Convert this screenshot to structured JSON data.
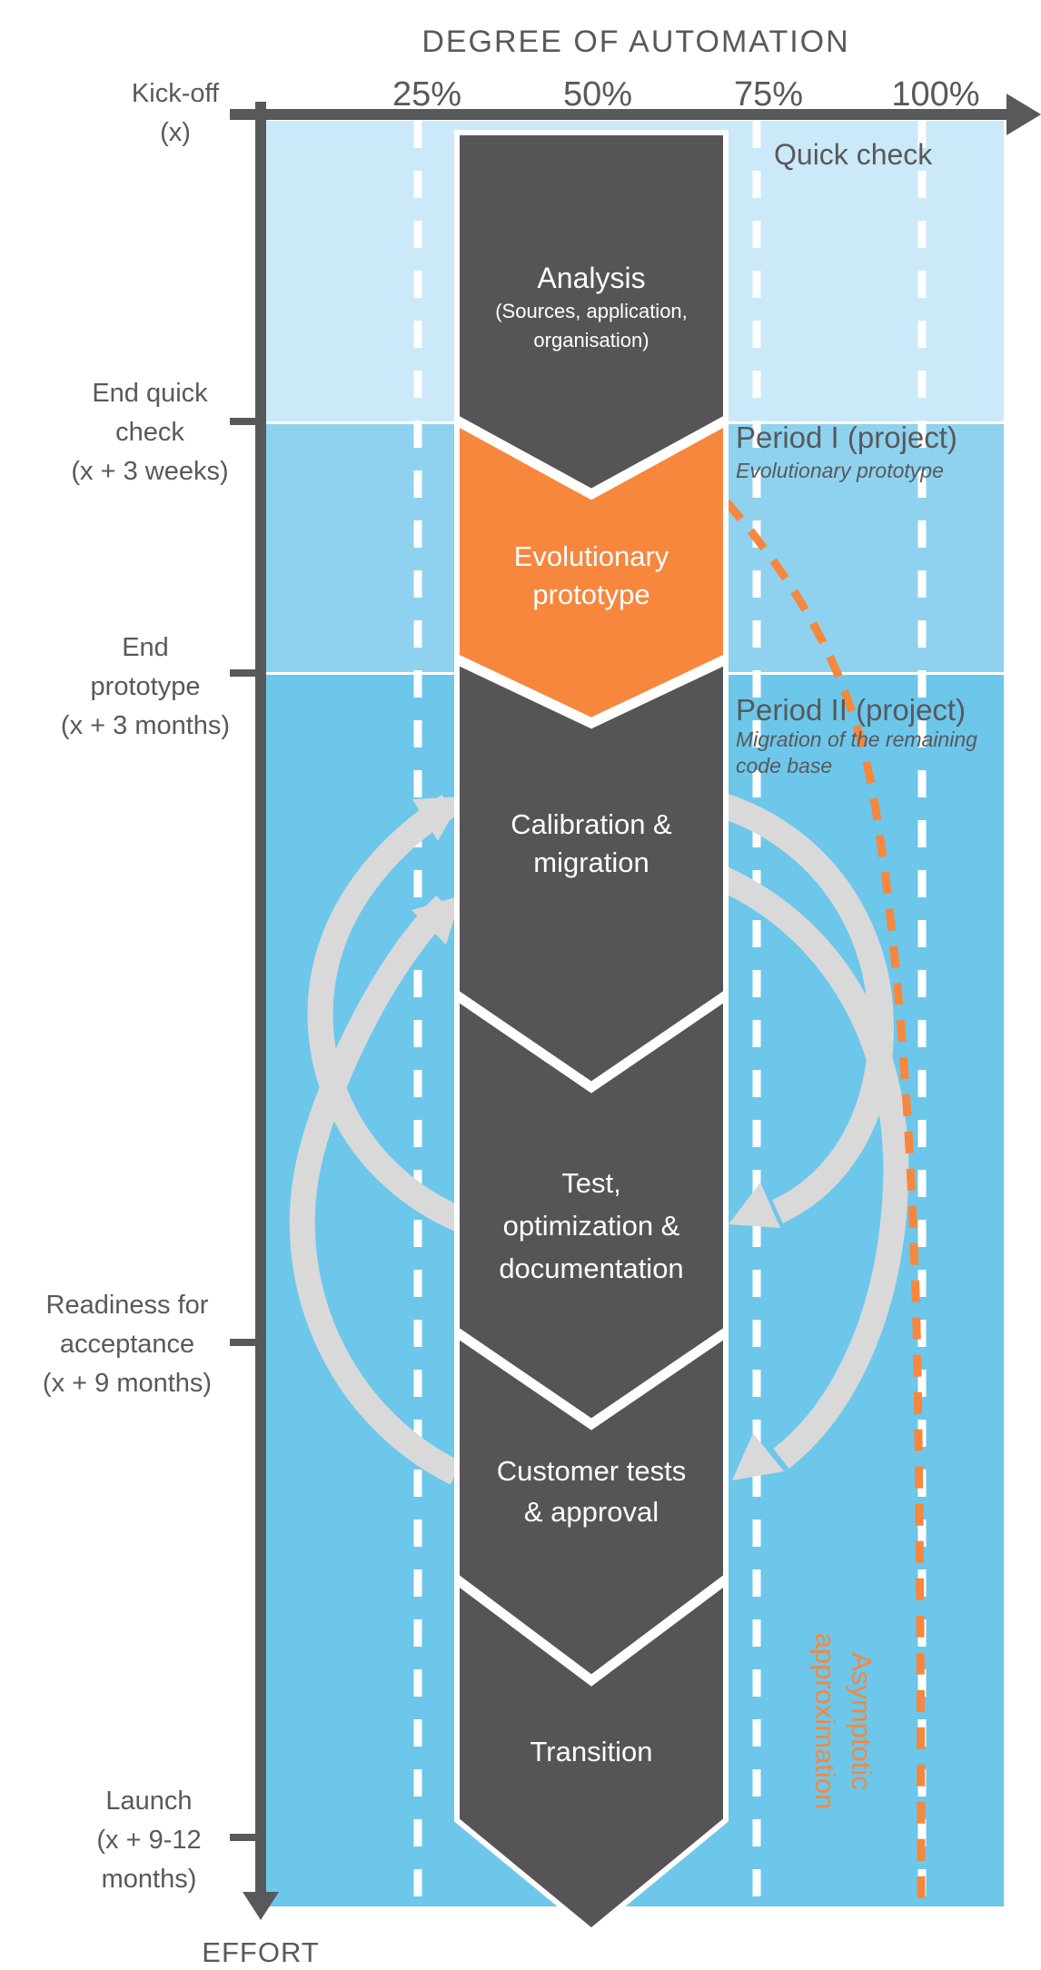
{
  "header": {
    "title": "DEGREE OF AUTOMATION",
    "x_ticks": [
      {
        "label": "25%"
      },
      {
        "label": "50%"
      },
      {
        "label": "75%"
      },
      {
        "label": "100%"
      }
    ]
  },
  "effort_label": "EFFORT",
  "milestones": [
    {
      "lines": [
        "Kick-off",
        "(x)"
      ]
    },
    {
      "lines": [
        "End quick",
        "check",
        "(x + 3 weeks)"
      ]
    },
    {
      "lines": [
        "End",
        "prototype",
        "(x + 3 months)"
      ]
    },
    {
      "lines": [
        "Readiness for",
        "acceptance",
        "(x + 9 months)"
      ]
    },
    {
      "lines": [
        "Launch",
        "(x + 9-12",
        "months)"
      ]
    }
  ],
  "periods": [
    {
      "title": "Quick check"
    },
    {
      "title": "Period I (project)",
      "subtitle_lines": [
        "Evolutionary prototype"
      ]
    },
    {
      "title": "Period II (project)",
      "subtitle_lines": [
        "Migration of the remaining",
        "code base"
      ]
    }
  ],
  "phases": [
    {
      "title": "Analysis",
      "subtitle_lines": [
        "(Sources, application,",
        "organisation)"
      ]
    },
    {
      "lines": [
        "Evolutionary",
        "prototype"
      ]
    },
    {
      "lines": [
        "Calibration &",
        "migration"
      ]
    },
    {
      "lines": [
        "Test,",
        "optimization &",
        "documentation"
      ]
    },
    {
      "lines": [
        "Customer tests",
        "& approval"
      ]
    },
    {
      "lines": [
        "Transition"
      ]
    }
  ],
  "annotations": {
    "asymptote_lines": [
      "Asymptotic",
      "approximation"
    ]
  },
  "colors": {
    "text_gray": "#58595B",
    "chevron_dark": "#565456",
    "accent_orange": "#F6873D",
    "band_quick_check": "#CBE9F8",
    "band_period_i": "#8FD2EF",
    "band_period_ii": "#6CC7EB",
    "loop_arrow_gray": "#D9D9D9",
    "dashed_guide_white": "#FFFFFF"
  }
}
